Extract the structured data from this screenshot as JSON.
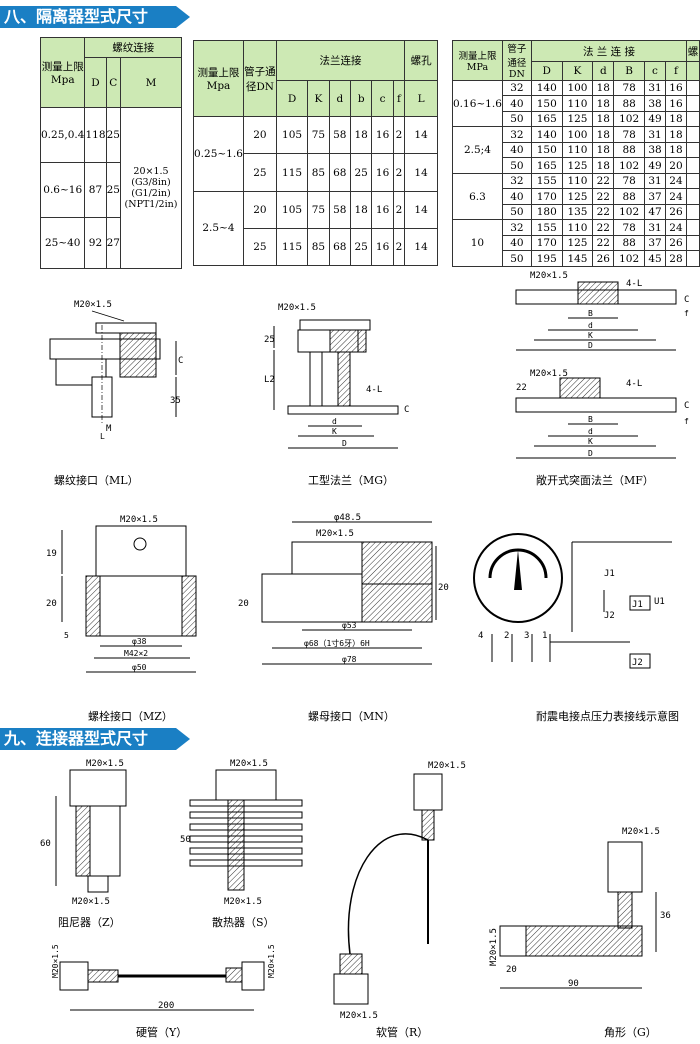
{
  "section8": {
    "title": "八、隔离器型式尺寸"
  },
  "section9": {
    "title": "九、连接器型式尺寸"
  },
  "table_thread": {
    "h_range": "测量上限Mpa",
    "h_group": "螺纹连接",
    "h_cols": [
      "D",
      "C",
      "M"
    ],
    "rows": [
      {
        "range": "0.25,0.4",
        "D": "118",
        "C": "25"
      },
      {
        "range": "0.6~16",
        "D": "87",
        "C": "25"
      },
      {
        "range": "25~40",
        "D": "92",
        "C": "27"
      }
    ],
    "m_value": "20×1.5 (G3/8in) (G1/2in) (NPT1/2in)"
  },
  "table_flange": {
    "h_range": "测量上限Mpa",
    "h_dn": "管子通径DN",
    "h_group": "法兰连接",
    "h_hole": "螺孔",
    "h_cols": [
      "D",
      "K",
      "d",
      "b",
      "c",
      "f",
      "L"
    ],
    "groups": [
      {
        "range": "0.25~1.6",
        "rows": [
          [
            "20",
            "105",
            "75",
            "58",
            "18",
            "16",
            "2",
            "14"
          ],
          [
            "25",
            "115",
            "85",
            "68",
            "25",
            "16",
            "2",
            "14"
          ]
        ]
      },
      {
        "range": "2.5~4",
        "rows": [
          [
            "20",
            "105",
            "75",
            "58",
            "18",
            "16",
            "2",
            "14"
          ],
          [
            "25",
            "115",
            "85",
            "68",
            "25",
            "16",
            "2",
            "14"
          ]
        ]
      }
    ]
  },
  "table_flange2": {
    "h_range": "测量上限MPa",
    "h_dn": "管子通径DN",
    "h_group": "法 兰 连 接",
    "h_hole": "螺",
    "h_cols": [
      "D",
      "K",
      "d",
      "B",
      "c",
      "f"
    ],
    "groups": [
      {
        "range": "0.16~1.6",
        "rows": [
          [
            "32",
            "140",
            "100",
            "18",
            "78",
            "31",
            "16"
          ],
          [
            "40",
            "150",
            "110",
            "18",
            "88",
            "38",
            "16"
          ],
          [
            "50",
            "165",
            "125",
            "18",
            "102",
            "49",
            "18"
          ]
        ]
      },
      {
        "range": "2.5;4",
        "rows": [
          [
            "32",
            "140",
            "100",
            "18",
            "78",
            "31",
            "18"
          ],
          [
            "40",
            "150",
            "110",
            "18",
            "88",
            "38",
            "18"
          ],
          [
            "50",
            "165",
            "125",
            "18",
            "102",
            "49",
            "20"
          ]
        ]
      },
      {
        "range": "6.3",
        "rows": [
          [
            "32",
            "155",
            "110",
            "22",
            "78",
            "31",
            "24"
          ],
          [
            "40",
            "170",
            "125",
            "22",
            "88",
            "37",
            "24"
          ],
          [
            "50",
            "180",
            "135",
            "22",
            "102",
            "47",
            "26"
          ]
        ]
      },
      {
        "range": "10",
        "rows": [
          [
            "32",
            "155",
            "110",
            "22",
            "78",
            "31",
            "24"
          ],
          [
            "40",
            "170",
            "125",
            "22",
            "88",
            "37",
            "26"
          ],
          [
            "50",
            "195",
            "145",
            "26",
            "102",
            "45",
            "28"
          ]
        ]
      }
    ]
  },
  "drawings": {
    "ml": {
      "caption": "螺纹接口（ML）",
      "m": "M20×1.5",
      "dims": [
        "C",
        "35",
        "M",
        "L"
      ]
    },
    "mg": {
      "caption": "工型法兰（MG）",
      "m": "M20×1.5",
      "dims": [
        "25",
        "L2",
        "4-L",
        "C",
        "d",
        "K",
        "D"
      ]
    },
    "mf": {
      "caption": "敞开式突面法兰（MF）",
      "m": "M20×1.5",
      "dims": [
        "4-L",
        "C",
        "f",
        "B",
        "d",
        "K",
        "D",
        "22"
      ]
    },
    "mz": {
      "caption": "螺栓接口（MZ）",
      "m": "M20×1.5",
      "dims": [
        "19",
        "20",
        "5",
        "φ38",
        "M42×2",
        "φ50"
      ]
    },
    "mn": {
      "caption": "螺母接口（MN）",
      "m": "M20×1.5",
      "dims": [
        "φ48.5",
        "20",
        "20",
        "φ53",
        "φ68（1寸6牙）6H",
        "φ78"
      ]
    },
    "wiring": {
      "caption": "耐震电接点压力表接线示意图",
      "labels": [
        "J1",
        "J2",
        "J1",
        "U1",
        "J2",
        "4",
        "2",
        "3",
        "1"
      ]
    },
    "z": {
      "caption": "阻尼器（Z）",
      "m": "M20×1.5",
      "m2": "M20×1.5",
      "dim": "60"
    },
    "s": {
      "caption": "散热器（S）",
      "m": "M20×1.5",
      "m2": "M20×1.5",
      "dim": "50"
    },
    "r": {
      "caption": "软管（R）",
      "m": "M20×1.5",
      "m2": "M20×1.5"
    },
    "g": {
      "caption": "角形（G）",
      "m": "M20×1.5",
      "m2": "M20×1.5",
      "dims": [
        "36",
        "20",
        "90"
      ]
    },
    "y": {
      "caption": "硬管（Y）",
      "m": "M20×1.5",
      "m2": "M20×1.5",
      "dim": "200"
    }
  }
}
